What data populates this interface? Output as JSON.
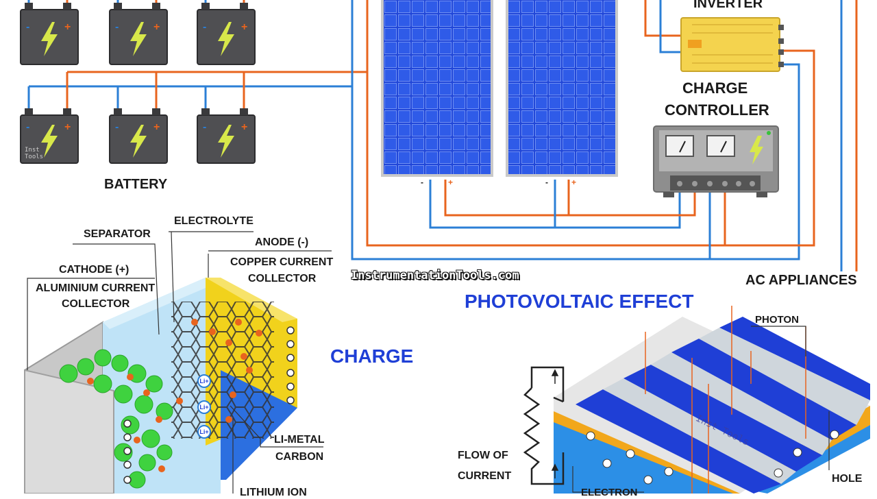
{
  "labels": {
    "inverter": "INVERTER",
    "charge_controller_line1": "CHARGE",
    "charge_controller_line2": "CONTROLLER",
    "battery": "BATTERY",
    "ac_appliances": "AC APPLIANCES",
    "watermark": "InstrumentationTools.com",
    "photovoltaic_effect": "PHOTOVOLTAIC  EFFECT",
    "charge": "CHARGE",
    "separator": "SEPARATOR",
    "electrolyte": "ELECTROLYTE",
    "anode": "ANODE (-)",
    "copper_collector_line1": "COPPER CURRENT",
    "copper_collector_line2": "COLLECTOR",
    "cathode": "CATHODE (+)",
    "aluminium_collector_line1": "ALUMINIUM CURRENT",
    "aluminium_collector_line2": "COLLECTOR",
    "li_metal": "LI-METAL",
    "carbon": "CARBON",
    "lithium_ion": "LITHIUM ION",
    "photon": "PHOTON",
    "flow_of": "FLOW OF",
    "current": "CURRENT",
    "hole": "HOLE",
    "electron": "ELECTRON",
    "inst_tools": "Inst Tools",
    "inst_tools_small_1": "Inst",
    "inst_tools_small_2": "Tools",
    "li_ion_symbol": "Li+",
    "terminal_minus": "-",
    "terminal_plus": "+"
  },
  "colors": {
    "wire_blue": "#2b7fd6",
    "wire_orange": "#e8641e",
    "panel_blue": "#1f3fd6",
    "title_blue": "#1f3fd6",
    "battery_body": "#4f4f52",
    "bolt_yellow": "#d8e84a",
    "inverter_yellow": "#f4d34e",
    "cathode_green": "#3fd23f",
    "anode_yellow": "#f1d21c",
    "separator_blue": "#bfe3f7"
  }
}
